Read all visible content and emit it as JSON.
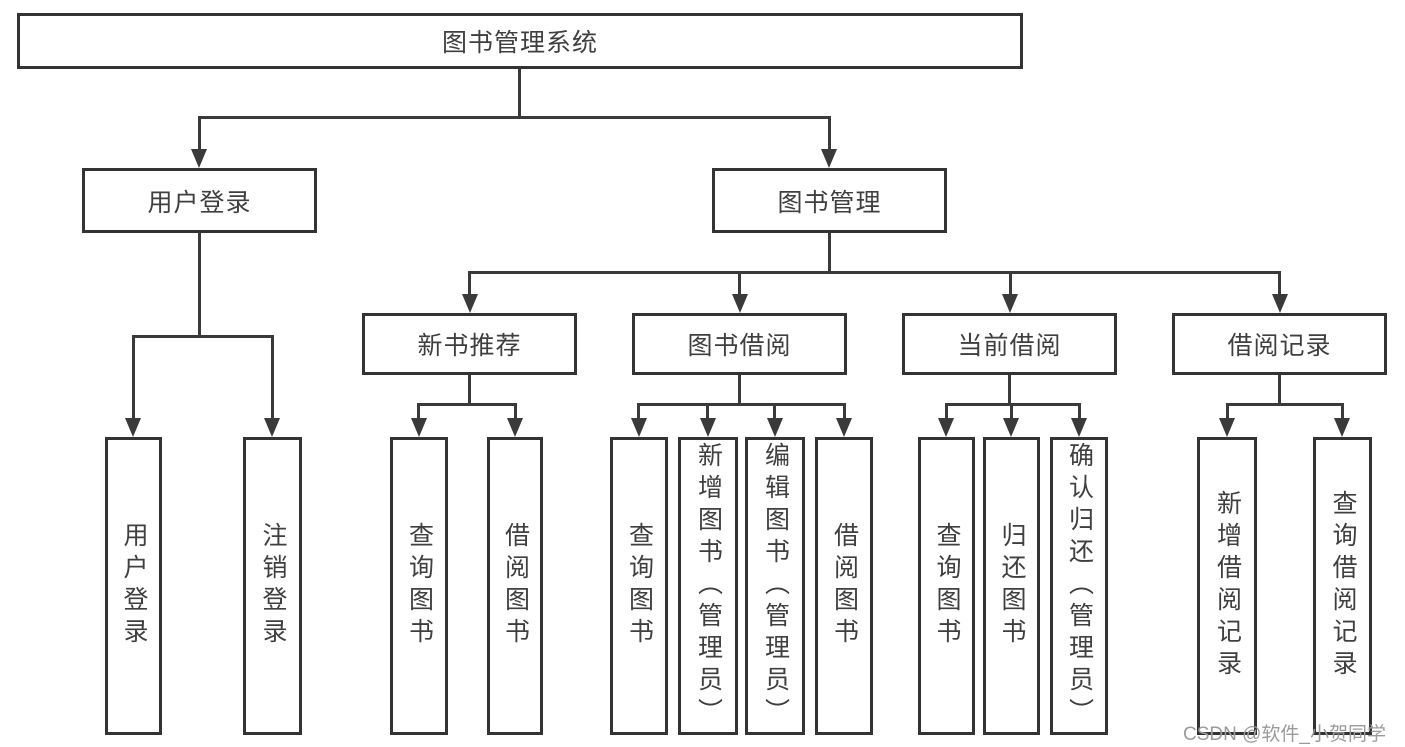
{
  "title": {
    "label": "图书管理系统"
  },
  "level2": [
    {
      "label": "用户登录"
    },
    {
      "label": "图书管理"
    }
  ],
  "level3": [
    {
      "label": "新书推荐"
    },
    {
      "label": "图书借阅"
    },
    {
      "label": "当前借阅"
    },
    {
      "label": "借阅记录"
    }
  ],
  "leaves": {
    "user_login": [
      "用户登录",
      "注销登录"
    ],
    "new_books": [
      "查询图书",
      "借阅图书"
    ],
    "book_borrow": [
      "查询图书",
      "新增图书（管理员）",
      "编辑图书（管理员）",
      "借阅图书"
    ],
    "current_borrow": [
      "查询图书",
      "归还图书",
      "确认归还（管理员）"
    ],
    "borrow_records": [
      "新增借阅记录",
      "查询借阅记录"
    ]
  },
  "watermark": "CSDN @软件_小贺同学",
  "colors": {
    "border": "#333333",
    "line": "#3a3a3a",
    "text": "#3f3f3f",
    "watermark": "#9b9b9b",
    "background": "#ffffff"
  }
}
